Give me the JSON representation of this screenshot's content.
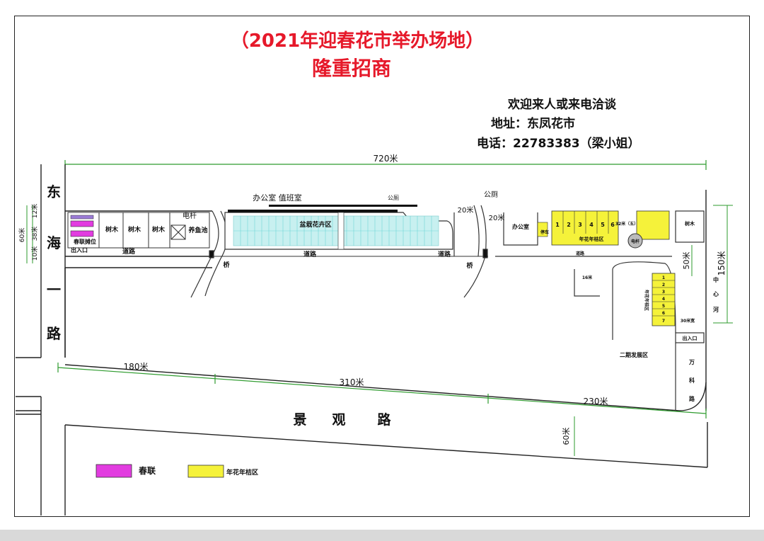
{
  "header": {
    "title": "（2021年迎春花市举办场地）",
    "subtitle": "隆重招商"
  },
  "contact": {
    "line1": "欢迎来人或来电洽谈",
    "line2": "地址：东凤花市",
    "line3": "电话：22783383（梁小姐）"
  },
  "roads": {
    "donghai_chars": [
      "东",
      "海",
      "一",
      "路"
    ],
    "jingguan_chars": [
      "景",
      "观",
      "路"
    ],
    "right_road_chars": [
      "万",
      "科",
      "路"
    ],
    "center_river_chars": [
      "中",
      "心",
      "河"
    ]
  },
  "dimensions": {
    "top_total": "720米",
    "bottom_left": "180米",
    "bottom_mid": "310米",
    "bottom_right": "230米",
    "right_height": "150米",
    "right_inner": "50米",
    "jingguan_width": "60米",
    "left_60": "60米",
    "left_38": "38米",
    "left_12": "12米",
    "left_10": "10米",
    "bridge_20a": "20米",
    "bridge_20b": "20米"
  },
  "labels": {
    "trees": [
      "树木",
      "树木",
      "树木",
      "树木"
    ],
    "pole_left": "电杆",
    "fishpond": "养鱼池",
    "couplet_stalls": "春联摊位",
    "entrance_left": "出入口",
    "road_left": "道路",
    "road_mid_a": "道路",
    "road_mid_b": "道路",
    "bridge_left": "桥",
    "bridge_right": "桥",
    "office_duty": "办公室 值班室",
    "toilet_a": "公厕",
    "toilet_b": "公厕",
    "office_right": "办公室",
    "stall_zone": "年花年桔区",
    "stall_32": "32米（五）",
    "pole_right": "电杆",
    "tree_right": "树木",
    "exit_right": "出入口",
    "phase_two": "二期发展区",
    "parking": "停车",
    "road_right_col": "道路",
    "road_30": "30米宽",
    "width_16": "16米",
    "vertical_zone": "年花年桔区",
    "stall_numbers": [
      "1",
      "2",
      "3",
      "4",
      "5",
      "6"
    ],
    "stall_vertical": [
      "1",
      "2",
      "3",
      "4",
      "5",
      "6",
      "7"
    ],
    "middle_market": "盆栽花卉区"
  },
  "legend": {
    "items": [
      {
        "label": "春联",
        "color": "#e23ce0"
      },
      {
        "label": "年花年桔区",
        "color": "#f5f23a"
      }
    ]
  },
  "colors": {
    "title_red": "#e6192a",
    "dim_green": "#2e9b2e",
    "road_line": "#222222",
    "stall_yellow": "#f5f23a",
    "couplet_magenta": "#e23ce0",
    "market_cyan": "#6fd6d6"
  }
}
